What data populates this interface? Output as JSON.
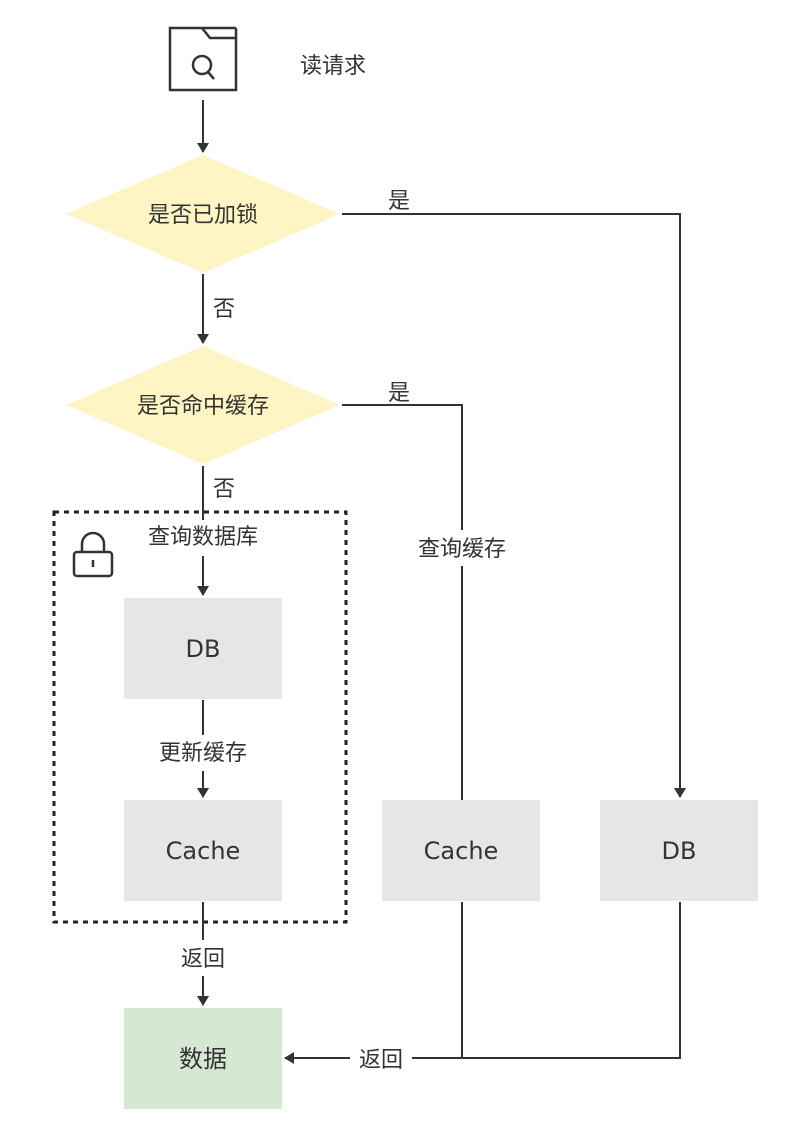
{
  "start": {
    "label": "读请求",
    "icon": "folder-search-icon"
  },
  "decisions": {
    "locked": "是否已加锁",
    "cache_hit": "是否命中缓存"
  },
  "edges": {
    "locked_yes": "是",
    "locked_no": "否",
    "hit_yes": "是",
    "hit_no": "否",
    "query_cache": "查询缓存",
    "update_cache": "更新缓存",
    "return_left": "返回",
    "return_bottom": "返回"
  },
  "lock_region": {
    "label": "查询数据库",
    "icon": "lock-icon"
  },
  "boxes": {
    "db_locked": "DB",
    "cache_locked": "Cache",
    "cache_hit": "Cache",
    "db_right": "DB",
    "data": "数据"
  },
  "colors": {
    "diamond_fill": "#fff4c3",
    "box_fill": "#e6e6e6",
    "data_fill": "#d5e8d4",
    "line": "#333333"
  }
}
